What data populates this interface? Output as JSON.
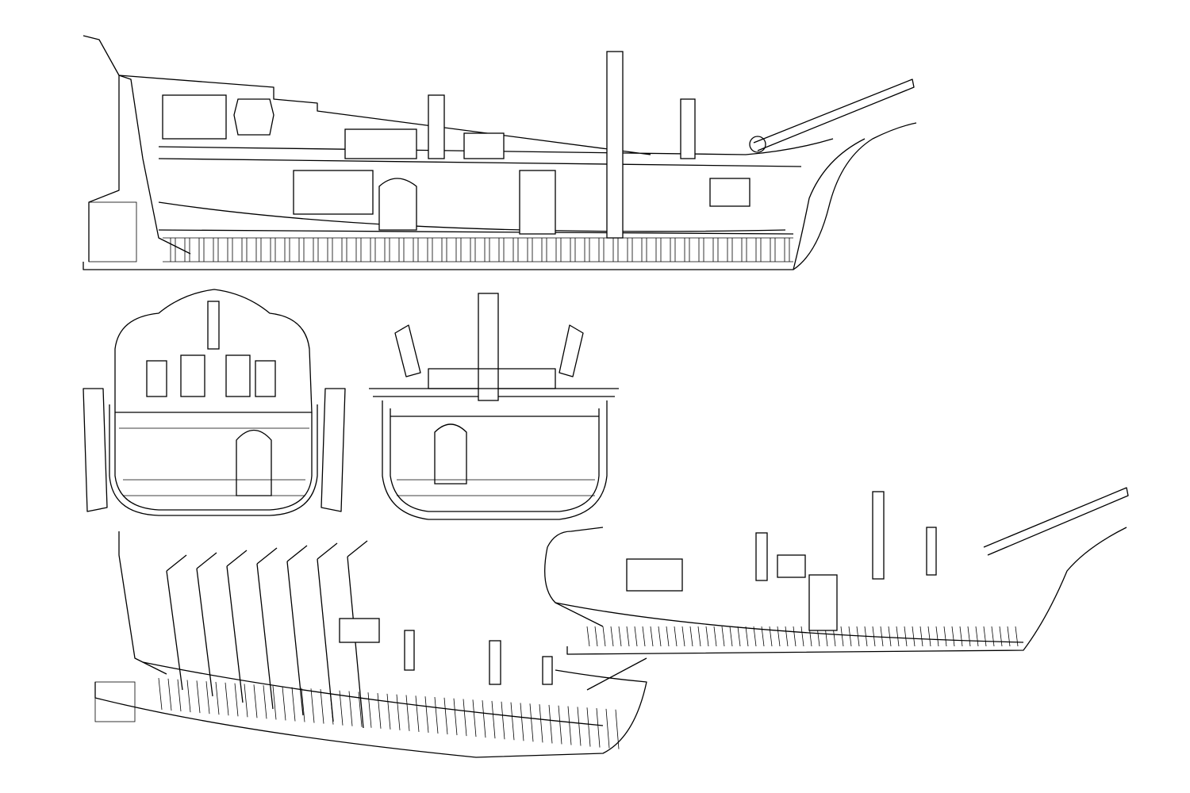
{
  "colors": {
    "stroke": "#000000",
    "background": "#ffffff"
  },
  "views": [
    {
      "name": "side-section"
    },
    {
      "name": "stern-section"
    },
    {
      "name": "midship-section"
    },
    {
      "name": "perspective-stern-cutaway"
    },
    {
      "name": "perspective-bow-cutaway"
    }
  ]
}
